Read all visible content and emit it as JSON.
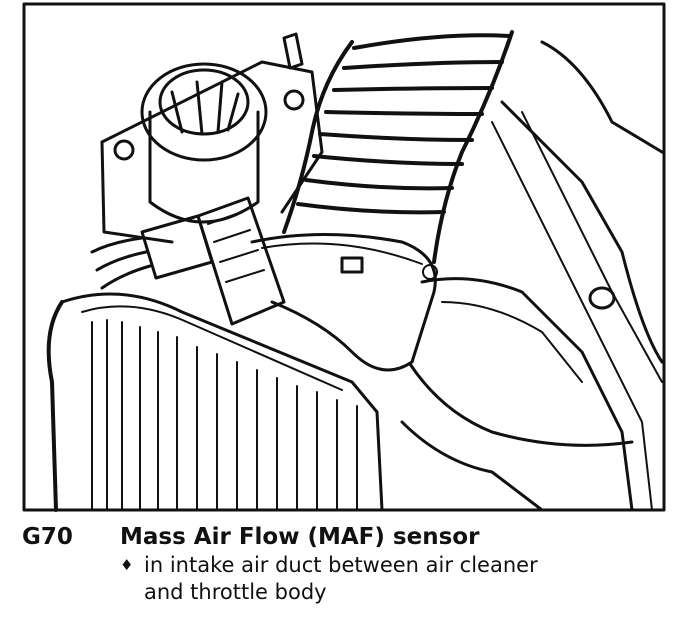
{
  "caption": {
    "code": "G70",
    "title": "Mass Air Flow (MAF) sensor",
    "bullet_symbol": "♦",
    "bullet_text_line1": "in intake air duct between air cleaner",
    "bullet_text_line2": "and throttle body"
  },
  "colors": {
    "ink": "#111111",
    "paper": "#ffffff"
  }
}
